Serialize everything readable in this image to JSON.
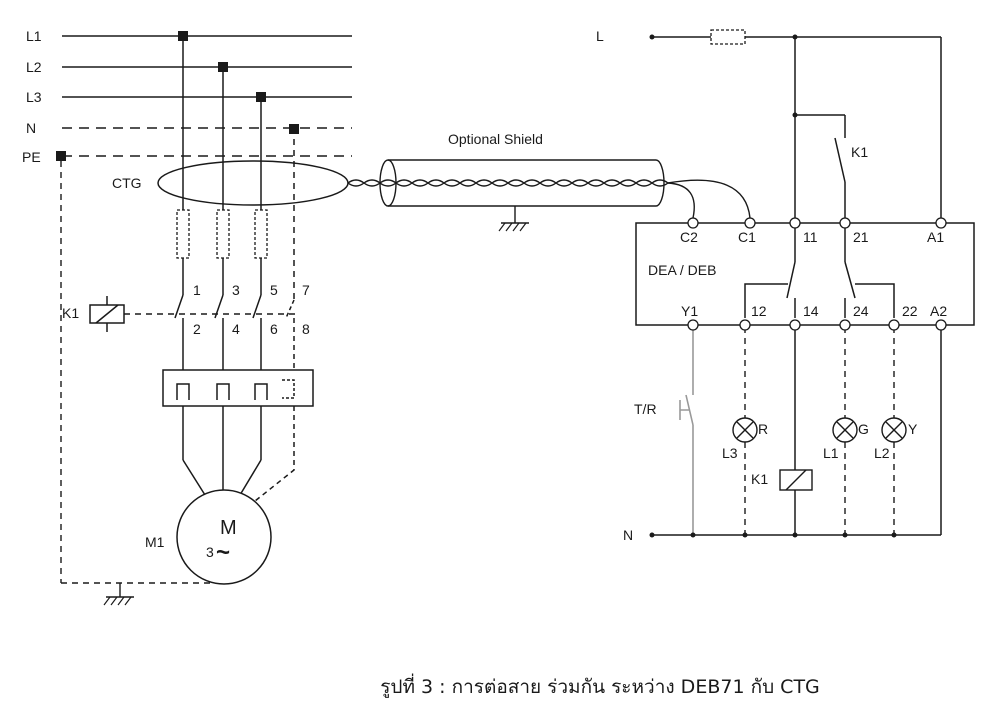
{
  "labels": {
    "L1": "L1",
    "L2": "L2",
    "L3": "L3",
    "N": "N",
    "PE": "PE",
    "CTG": "CTG",
    "K1_coil_left": "K1",
    "M": "M",
    "three": "3",
    "tilde": "~",
    "M1": "M1",
    "t1": "1",
    "t3": "3",
    "t5": "5",
    "t7": "7",
    "t2": "2",
    "t4": "4",
    "t6": "6",
    "t8": "8",
    "shield": "Optional Shield",
    "L_right": "L",
    "N_right": "N",
    "K1_contact": "K1",
    "C2": "C2",
    "C1": "C1",
    "t11": "11",
    "t21": "21",
    "A1": "A1",
    "device": "DEA / DEB",
    "Y1": "Y1",
    "t12": "12",
    "t14": "14",
    "t24": "24",
    "t22": "22",
    "A2": "A2",
    "TR": "T/R",
    "R": "R",
    "L3lamp": "L3",
    "G": "G",
    "L1lamp": "L1",
    "Y": "Y",
    "L2lamp": "L2",
    "K1_coil_right": "K1"
  },
  "caption": "รูปที่ 3  : การต่อสาย ร่วมกัน ระหว่าง  DEB71 กับ  CTG"
}
